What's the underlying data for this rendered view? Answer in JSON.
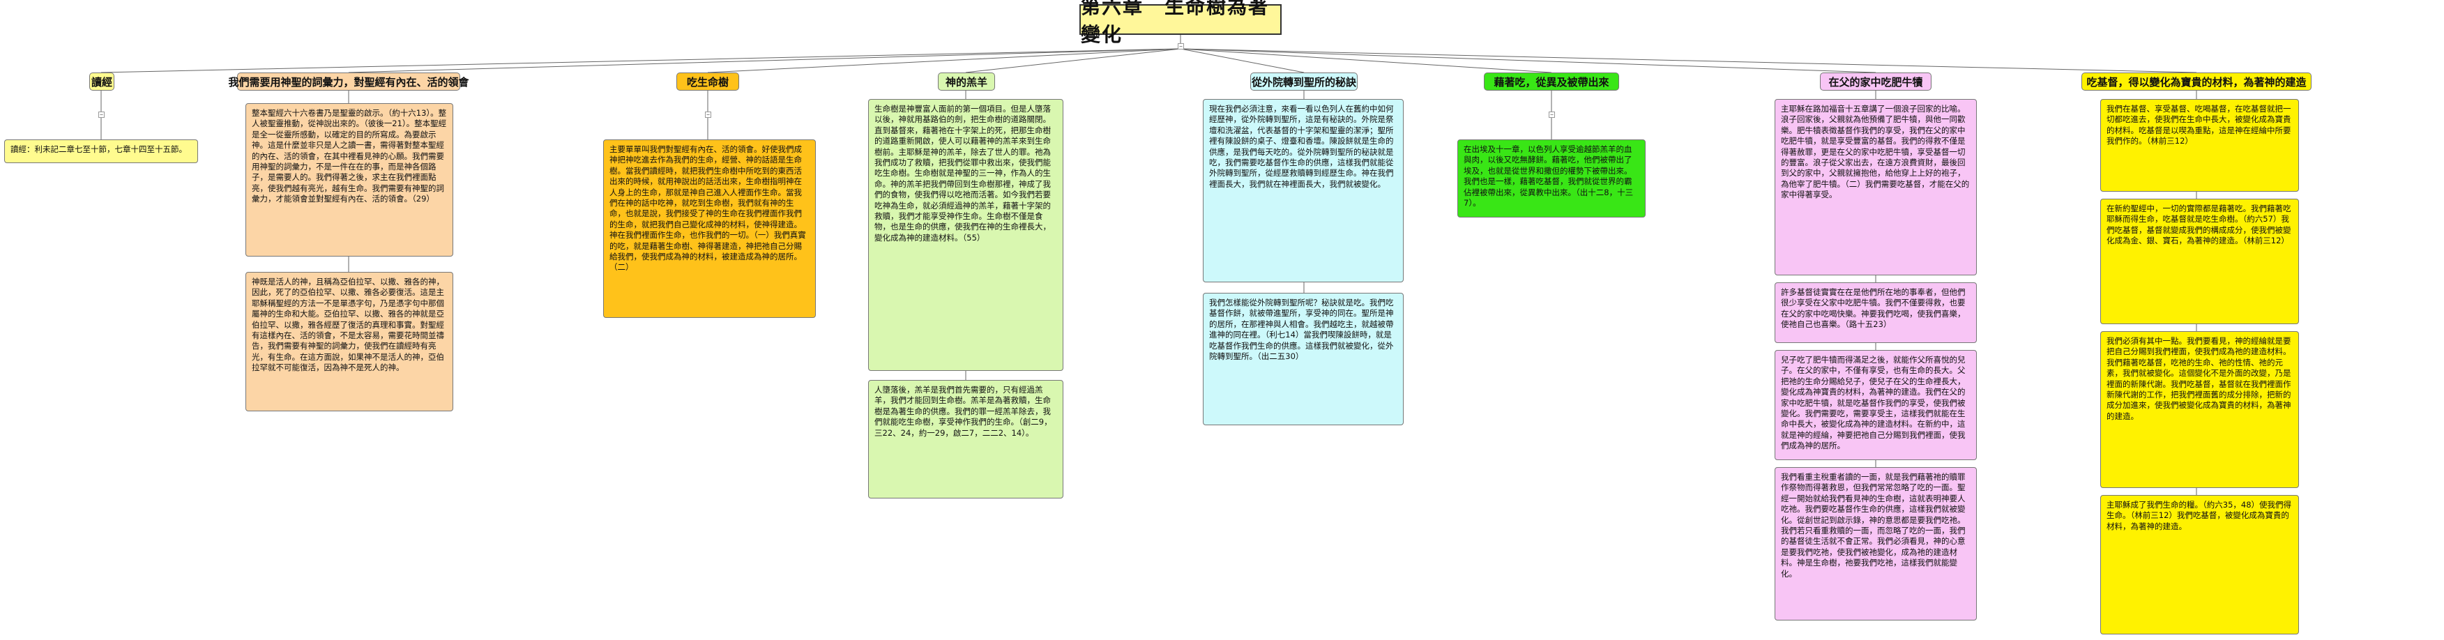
{
  "title": "第六章　生命樹為著變化",
  "branches": [
    {
      "label": "讀經"
    },
    {
      "label": "我們需要用神聖的詞彙力，對聖經有內在、活的領會"
    },
    {
      "label": "吃生命樹"
    },
    {
      "label": "神的羔羊"
    },
    {
      "label": "從外院轉到聖所的秘訣"
    },
    {
      "label": "藉著吃，從異及被帶出來"
    },
    {
      "label": "在父的家中吃肥牛犢"
    },
    {
      "label": "吃基督，得以變化為寶貴的材料，為著神的建造"
    }
  ],
  "notes": {
    "n1": "讀經：利未記二章七至十節，七章十四至十五節。",
    "n2": "整本聖經六十六卷書乃是聖靈的啟示。（約十六13）。整人被聖靈推動，從神說出來的。（彼後一21）。整本聖經是全一從靈所感動，以確定的目的所寫成。為要啟示神。這是什麼並非只是人之讀一書，需得著對整本聖經的內在、活的領會，在其中裡看見神的心願。我們需要用神聖的詞彙力，不是一件在在的事，而是神各個路子，是需要人的。我們得著之後，求主在我們裡面點亮，使我們越有亮光，越有生命。我們需要有神聖的詞彙力，才能領會並對聖經有內在、活的領會。（29）",
    "n3": "神既是活人的神，且稱為亞伯拉罕、以撒、雅各的神，因此，死了的亞伯拉罕、以撒、雅各必要復活。這是主耶穌稱聖經的方法一不是單憑字句，乃是憑字句中那個屬神的生命和大能。亞伯拉罕、以撒、雅各的神就是亞伯拉罕、以撒，雅各經歷了復活的真理和事實。對聖經有這樣內在、活的領會，不是太容易，需要花時間並禱告，我們需要有神聖的詞彙力，使我們在讀經時有亮光，有生命。在這方面說，如果神不是活人的神，亞伯拉罕就不可能復活，因為神不是死人的神。",
    "n4": "主要單單叫我們對聖經有內在、活的領會。好使我們成神把神吃進去作為我們的生命，經營、神的話語是生命樹。當我們讀經時，就把我們生命樹中所吃到的東西活出來的時候，就用神說出的話活出來，生命樹指明神在人身上的生命，那就是神自己進入人裡面作生命。當我們在神的話中吃神，就吃到生命樹，我們就有神的生命，也就是說，我們接受了神的生命在我們裡面作我們的生命，就把我們自己變化成神的材料，使神得建造。神在我們裡面作生命，也作我們的一切。（一）我們真實的吃，就是藉著生命樹、神得著建造，神把祂自己分賜給我們，使我們成為神的材料，被建造成為神的居所。（二）",
    "n5": "生命樹是神豐富人面前的第一個項目。但是人墮落以後，神就用基路伯的劍，把生命樹的道路關閉。直到基督來，藉著祂在十字架上的死，把那生命樹的道路重新開啟，使人可以藉著神的羔羊來到生命樹前。主耶穌是神的羔羊，除去了世人的罪。祂為我們成功了救贖，把我們從罪中救出來，使我們能吃生命樹。生命樹就是神聖的三一神，作為人的生命。神的羔羊把我們帶回到生命樹那裡，神成了我們的食物，使我們得以吃祂而活著。如今我們若要吃神為生命，就必須經過神的羔羊，藉著十字架的救贖，我們才能享受神作生命。生命樹不僅是食物，也是生命的供應，使我們在神的生命裡長大，變化成為神的建造材料。（55）",
    "n6": "人墮落後，羔羊是我們首先需要的，只有經過羔羊，我們才能回到生命樹。羔羊是為著救贖，生命樹是為著生命的供應。我們的罪一經羔羊除去，我們就能吃生命樹，享受神作我們的生命。（創二9，三22、24，約一29，啟二7，二二2、14）。",
    "n7": "現在我們必須注意，來看一看以色列人在舊約中如何經歷神，從外院轉到聖所，這是有秘訣的。外院是祭壇和洗濯盆，代表基督的十字架和聖靈的潔淨；聖所裡有陳設餅的桌子、燈臺和香壇。陳設餅就是生命的供應，是我們每天吃的。從外院轉到聖所的秘訣就是吃，我們需要吃基督作生命的供應，這樣我們就能從外院轉到聖所，從經歷救贖轉到經歷生命。神在我們裡面長大，我們就在神裡面長大，我們就被變化。",
    "n8": "我們怎樣能從外院轉到聖所呢？秘訣就是吃。我們吃基督作餅，就被帶進聖所，享受神的同在。聖所是神的居所，在那裡神與人相會。我們越吃主，就越被帶進神的同在裡。（利七14）當我們喫陳設餅時，就是吃基督作我們生命的供應。這樣我們就被變化，從外院轉到聖所。（出二五30）",
    "n9": "在出埃及十一章，以色列人享受逾越節羔羊的血與肉，以後又吃無酵餅。藉著吃，他們被帶出了埃及，也就是從世界和撒但的權勢下被帶出來。我們也是一樣，藉著吃基督，我們就從世界的霸佔裡被帶出來，從異教中出來。（出十二8，十三7）。",
    "n10": "主耶穌在路加福音十五章講了一個浪子回家的比喻。浪子回家後，父親就為他預備了肥牛犢，與他一同歡樂。肥牛犢表徵基督作我們的享受，我們在父的家中吃肥牛犢，就是享受豐富的基督。我們的得救不僅是得著赦罪，更是在父的家中吃肥牛犢，享受基督一切的豐富。浪子從父家出去，在遠方浪費資財，最後回到父的家中，父親就擁抱他，給他穿上上好的袍子，為他宰了肥牛犢。（二）我們需要吃基督，才能在父的家中得著享受。",
    "n11": "許多基督徒實實在在是他們所在地的事奉者，但他們很少享受在父家中吃肥牛犢。我們不僅要得救，也要在父的家中吃喝快樂。神要我們吃喝，使我們喜樂，使祂自己也喜樂。（路十五23）",
    "n12": "兒子吃了肥牛犢而得滿足之後，就能作父所喜悅的兒子。在父的家中，不僅有享受，也有生命的長大。父把祂的生命分賜給兒子，使兒子在父的生命裡長大，變化成為神寶貴的材料，為著神的建造。我們在父的家中吃肥牛犢，就是吃基督作我們的享受，使我們被變化。我們需要吃，需要享受主，這樣我們就能在生命中長大，被變化成為神的建造材料。在新約中，這就是神的經綸，神要把祂自己分賜到我們裡面，使我們成為神的居所。",
    "n13": "我們看重主稅重者讀的一面，就是我們藉著祂的贖罪作祭物而得著救恩，但我們常常忽略了吃的一面。聖經一開始就給我們看見神的生命樹，這就表明神要人吃祂。我們要吃基督作生命的供應，這樣我們就被變化。從創世記到啟示錄，神的意思都是要我們吃祂。我們若只看重救贖的一面，而忽略了吃的一面，我們的基督徒生活就不會正常。我們必須看見，神的心意是要我們吃祂，使我們被祂變化，成為祂的建造材料。神是生命樹，祂要我們吃祂，這樣我們就能變化。",
    "n14": "我們在基督、享受基督、吃喝基督，在吃基督就把一切都吃進去，使我們在生命中長大，被變化成為寶貴的材料。吃基督是以喫為重點，這是神在經綸中所要我們作的。（林前三12）",
    "n15": "在新約聖經中，一切的實際都是藉著吃。我們藉著吃耶穌而得生命，吃基督就是吃生命樹。（約六57）我們吃基督，基督就變成我們的構成成分，使我們被變化成為金、銀、寶石，為著神的建造。（林前三12）",
    "n16": "我們必須有其中一點。我們要看見，神的經綸就是要把自己分賜到我們裡面，使我們成為祂的建造材料。我們藉著吃基督，吃祂的生命、祂的性情、祂的元素，我們就被變化。這個變化不是外面的改變，乃是裡面的新陳代謝。我們吃基督，基督就在我們裡面作新陳代謝的工作，把我們裡面舊的成分排除，把新的成分加進來，使我們被變化成為寶貴的材料，為著神的建造。",
    "n17": "主耶穌成了我們生命的糧。（約六35，48）使我們得生命。（林前三12）我們吃基督，被變化成為寶貴的材料，為著神的建造。"
  }
}
